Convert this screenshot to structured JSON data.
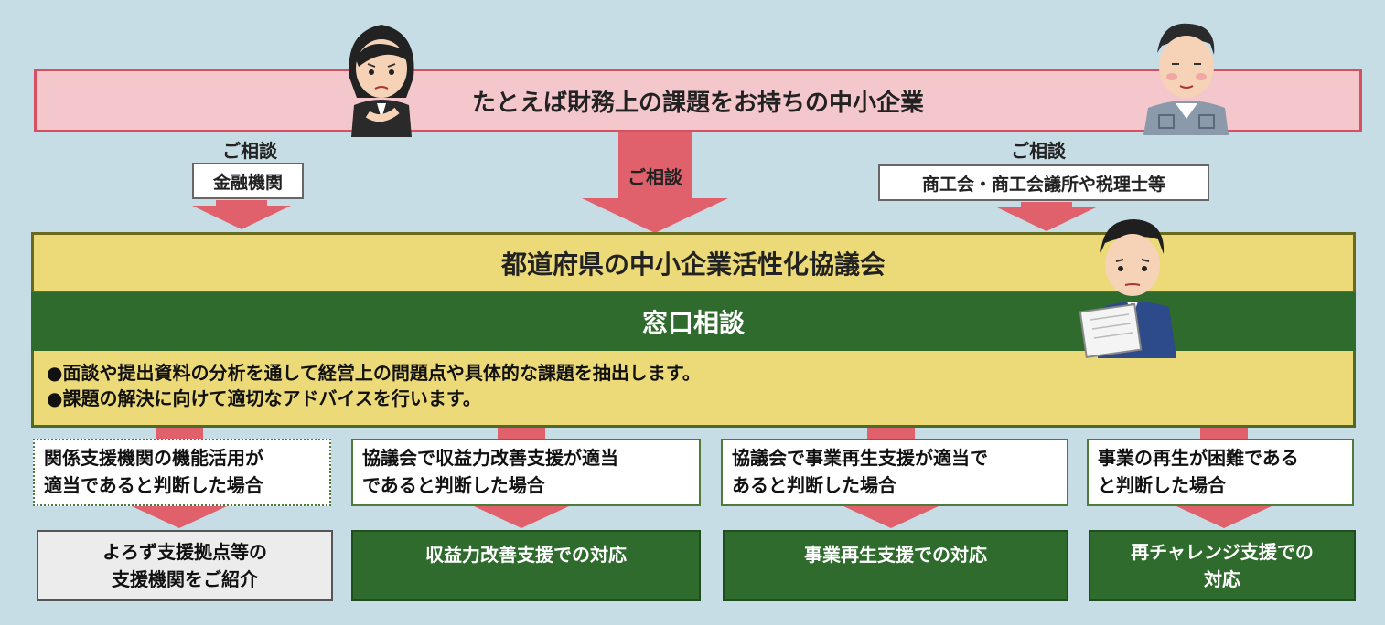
{
  "top": {
    "title": "たとえば財務上の課題をお持ちの中小企業"
  },
  "consult": {
    "left_label": "ご相談",
    "left_box": "金融機関",
    "center_label": "ご相談",
    "right_label": "ご相談",
    "right_box": "商工会・商工会議所や税理士等"
  },
  "council": {
    "title": "都道府県の中小企業活性化協議会",
    "counter": "窓口相談",
    "bullets": [
      "●面談や提出資料の分析を通して経営上の問題点や具体的な課題を抽出します。",
      "●課題の解決に向けて適切なアドバイスを行います。"
    ]
  },
  "cases": [
    {
      "condition_lines": [
        "関係支援機関の機能活用が",
        "適当であると判断した場合"
      ],
      "result_lines": [
        "よろず支援拠点等の",
        "支援機関をご紹介"
      ]
    },
    {
      "condition_lines": [
        "協議会で収益力改善支援が適当",
        "であると判断した場合"
      ],
      "result_lines": [
        "収益力改善支援での対応"
      ]
    },
    {
      "condition_lines": [
        "協議会で事業再生支援が適当で",
        "あると判断した場合"
      ],
      "result_lines": [
        "事業再生支援での対応"
      ]
    },
    {
      "condition_lines": [
        "事業の再生が困難である",
        "と判断した場合"
      ],
      "result_lines": [
        "再チャレンジ支援での",
        "対応"
      ]
    }
  ],
  "colors": {
    "background": "#c7dde6",
    "arrow": "#e0606b",
    "sme_band": "#f4c7cc",
    "council_band": "#ecd978",
    "counter_green": "#2e6b2c"
  },
  "icons": [
    "woman-worried-icon",
    "elderly-man-icon",
    "consultant-man-icon"
  ]
}
